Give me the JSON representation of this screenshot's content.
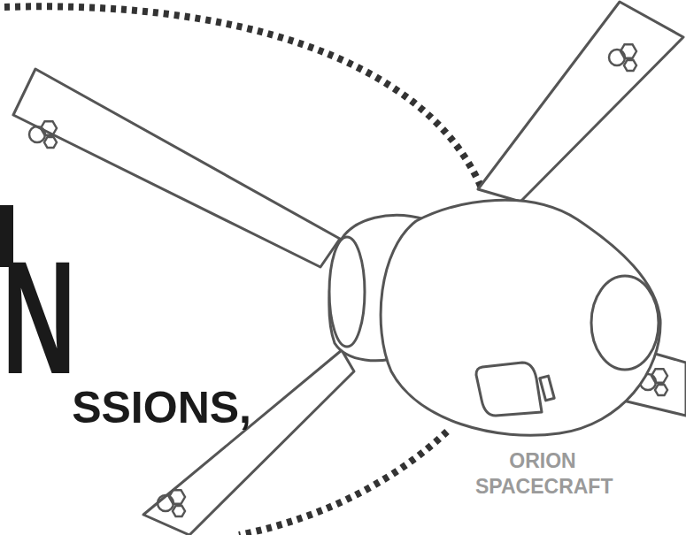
{
  "diagram": {
    "labels": [
      "N",
      "SSIONS,",
      "ORION SPACECRAFT"
    ]
  }
}
